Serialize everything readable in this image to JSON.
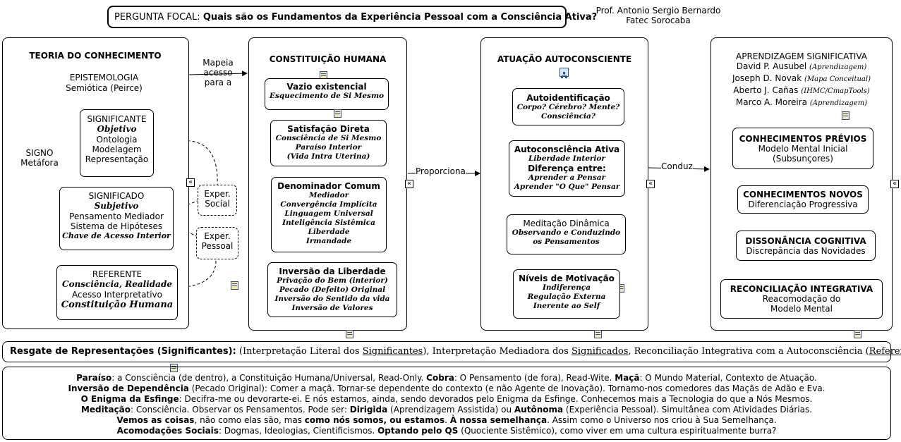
{
  "header": {
    "focal_prefix": "PERGUNTA FOCAL:",
    "focal_question": "Quais são os Fundamentos da Experiência Pessoal com a Consciência Ativa?",
    "author_line1": "Prof. Antonio Sergio Bernardo",
    "author_line2": "Fatec Sorocaba"
  },
  "teoria": {
    "title": "TEORIA DO CONHECIMENTO",
    "sub1": "EPISTEMOLOGIA",
    "sub2": "Semiótica (Peirce)",
    "significante": {
      "l1": "SIGNIFICANTE",
      "l2": "Objetivo",
      "l3": "Ontologia",
      "l4": "Modelagem",
      "l5": "Representação"
    },
    "signo": {
      "l1": "SIGNO",
      "l2": "Metáfora"
    },
    "significado": {
      "l1": "SIGNIFICADO",
      "l2": "Subjetivo",
      "l3": "Pensamento Mediador",
      "l4": "Sistema de Hipóteses",
      "l5": "Chave de Acesso Interior"
    },
    "referente": {
      "l1": "REFERENTE",
      "l2": "Consciência, Realidade",
      "l3": "Acesso Interpretativo",
      "l4": "Constituição Humana"
    },
    "exper_social": {
      "l1": "Exper.",
      "l2": "Social"
    },
    "exper_pessoal": {
      "l1": "Exper.",
      "l2": "Pessoal"
    }
  },
  "links": {
    "mapeia1": "Mapeia",
    "mapeia2": "acesso",
    "mapeia3": "para a",
    "proporciona": "Proporciona",
    "conduz": "Conduz"
  },
  "constituicao": {
    "title": "CONSTITUIÇÃO HUMANA",
    "vazio": {
      "l1": "Vazio existencial",
      "l2": "Esquecimento de Si Mesmo"
    },
    "satisfacao": {
      "l1": "Satisfação Direta",
      "l2": "Consciência de Si Mesmo",
      "l3": "Paraíso Interior",
      "l4": "(Vida Intra Uterina)"
    },
    "denominador": {
      "l1": "Denominador Comum",
      "l2": "Mediador",
      "l3": "Convergência Implícita",
      "l4": "Linguagem Universal",
      "l5": "Inteligência Sistêmica",
      "l6": "Liberdade",
      "l7": "Irmandade"
    },
    "inversao": {
      "l1": "Inversão da Liberdade",
      "l2": "Privação do Bem (interior)",
      "l3": "Pecado (Defeito) Original",
      "l4": "Inversão do Sentido da vida",
      "l5": "Inversão de Valores"
    }
  },
  "atuacao": {
    "title": "ATUAÇÃO AUTOCONSCIENTE",
    "autoid": {
      "l1": "Autoidentificação",
      "l2": "Corpo? Cérebro? Mente?",
      "l3": "Consciência?"
    },
    "autocons": {
      "l1": "Autoconsciência Ativa",
      "l2": "Liberdade Interior",
      "l3": "Diferença entre:",
      "l4": "Aprender a Pensar",
      "l5": "Aprender \"O Que\" Pensar"
    },
    "meditacao": {
      "l1": "Meditação Dinâmica",
      "l2": "Observando e Conduzindo",
      "l3": "os Pensamentos"
    },
    "niveis": {
      "l1": "Níveis de Motivação",
      "l2": "Indiferença",
      "l3": "Regulação Externa",
      "l4": "Inerente ao Self"
    }
  },
  "aprendizagem": {
    "title": "APRENDIZAGEM SIGNIFICATIVA",
    "authors": [
      {
        "name": "David P. Ausubel",
        "note": "(Aprendizagem)"
      },
      {
        "name": "Joseph D. Novak",
        "note": "(Mapa Conceitual)"
      },
      {
        "name": "Aberto J. Cañas",
        "note": "(IHMC/CmapTools)"
      },
      {
        "name": "Marco A. Moreira",
        "note": "(Aprendizagem)"
      }
    ],
    "previos": {
      "l1": "CONHECIMENTOS PRÉVIOS",
      "l2": "Modelo Mental Inicial",
      "l3": "(Subsunçores)"
    },
    "novos": {
      "l1": "CONHECIMENTOS NOVOS",
      "l2": "Diferenciação Progressiva"
    },
    "dissonancia": {
      "l1": "DISSONÂNCIA COGNITIVA",
      "l2": "Discrepância das Novidades"
    },
    "reconciliacao": {
      "l1": "RECONCILIAÇÃO INTEGRATIVA",
      "l2": "Reacomodação do",
      "l3": "Modelo Mental"
    }
  },
  "resgate": {
    "label": "Resgate de Representações (Significantes):",
    "p1": " (Interpretação Literal dos ",
    "u1": "Significantes",
    "p2": "), Interpretação Mediadora dos ",
    "u2": "Significados",
    "p3": ", Reconciliação Integrativa com a Autoconsciência (",
    "u3": "Referente",
    "p4": ")"
  },
  "notes": {
    "l1": {
      "b1": "Paraíso",
      "t1": ": a Consciência (de dentro), a Constituição Humana/Universal, Read-Only.   ",
      "b2": "Cobra",
      "t2": ": O Pensamento (de fora), Read-Wite.   ",
      "b3": "Maçã",
      "t3": ": O Mundo Material, Contexto de Atuação."
    },
    "l2": {
      "b1": "Inversão de Dependência",
      "t1": " (Pecado Original): Comer a maçã. Tornar-se dependente do contexto (e não Agente de Inovação). Tornamo-nos comedores das Maçãs de Adão e Eva."
    },
    "l3": {
      "b1": "O Enigma da Esfinge",
      "t1": ": Decifra-me ou devorarte-ei. E nós estamos, ainda, sendo devorados pelo Enigma da Esfinge. Conhecemos mais a Tecnologia do que a Nós Mesmos."
    },
    "l4": {
      "b1": "Meditação",
      "t1": ": Consciência. Observar os Pensamentos. Pode ser: ",
      "b2": "Dirigida",
      "t2": " (Aprendizagem Assistida) ou ",
      "b3": "Autônoma",
      "t3": " (Experiência Pessoal). Simultânea com Atividades Diárias."
    },
    "l5": {
      "b1": "Vemos as coisas",
      "t1": ", não como elas são, mas ",
      "b2": "como nós somos, ou estamos",
      "t2": ". ",
      "b3": "À nossa semelhança",
      "t3": ". Assim como o Universo nos criou à Sua Semelhança."
    },
    "l6": {
      "b1": "Acomodações Sociais",
      "t1": ": Dogmas, Ideologias, Cientificismos. ",
      "b2": "Optando pelo QS",
      "t2": " (Quociente Sistêmico), como viver em uma cultura espiritualmente burra?"
    }
  }
}
